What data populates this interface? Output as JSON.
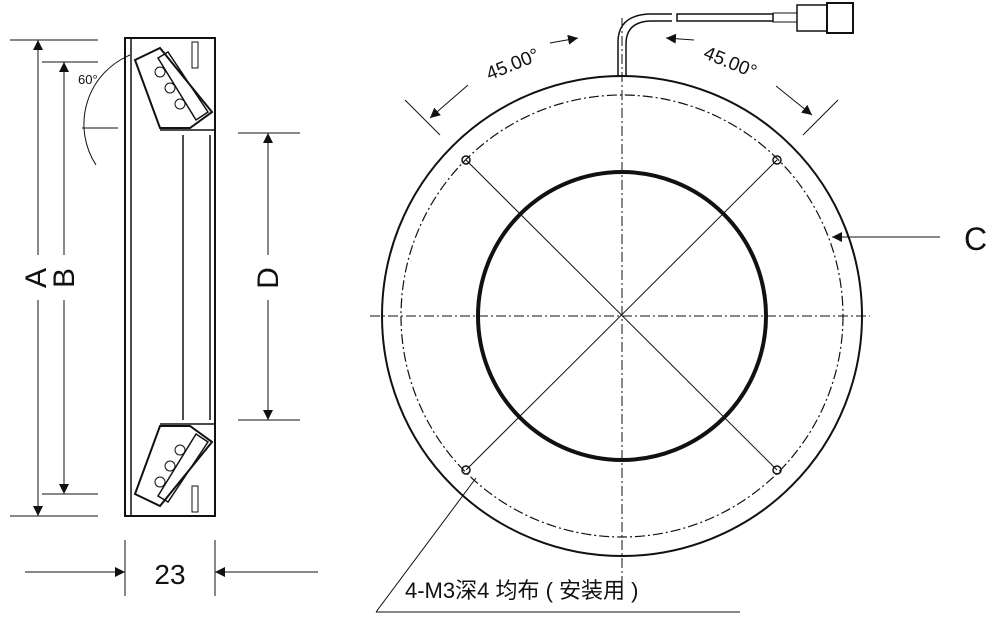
{
  "labels": {
    "dim_a": "A",
    "dim_b": "B",
    "dim_d": "D",
    "dim_c": "C",
    "width": "23",
    "tilt_angle": "60°",
    "angle_left": "45.00°",
    "angle_right": "45.00°",
    "mount_note": "4-M3深4 均布 ( 安装用 )"
  }
}
